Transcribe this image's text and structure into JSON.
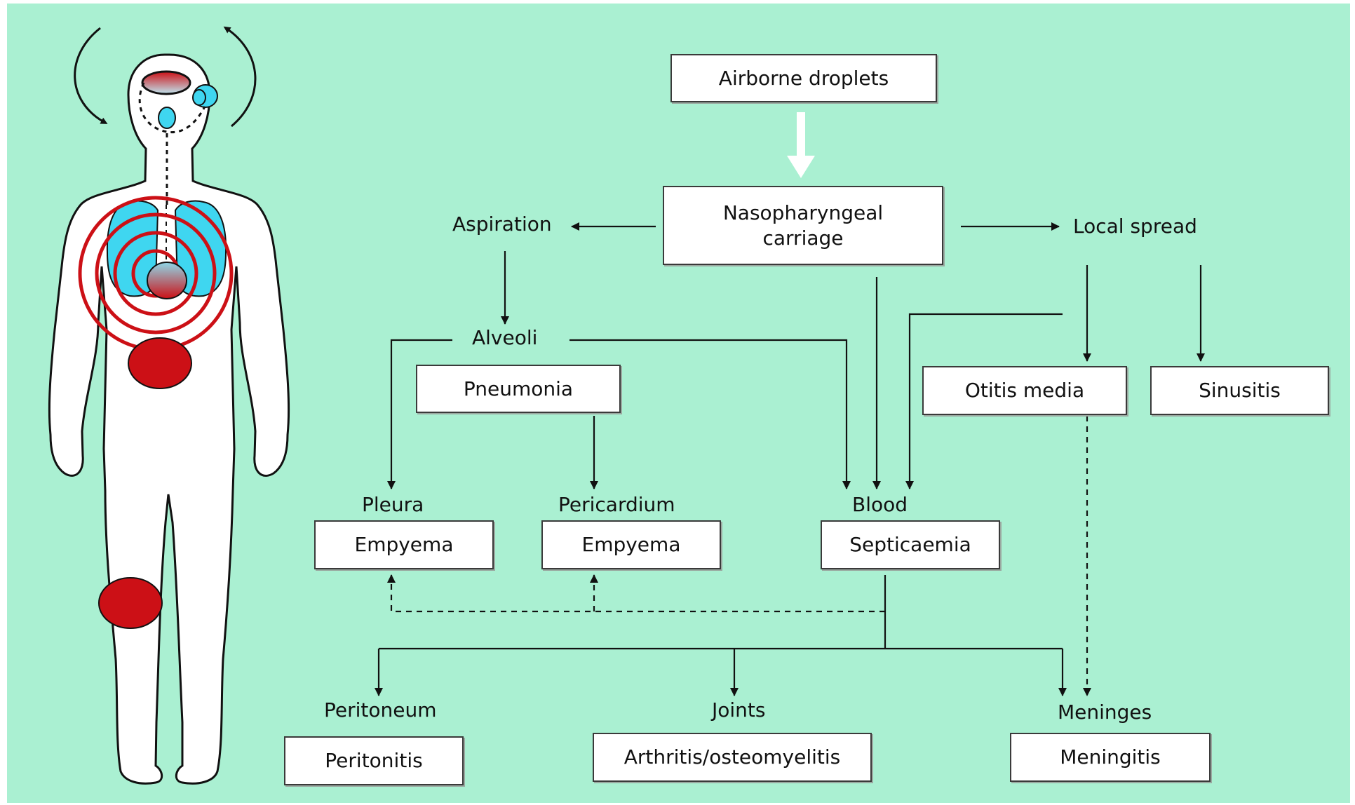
{
  "colors": {
    "background": "#aaf0d2",
    "infection_red": "#cc1016",
    "lung_cyan": "#3fd6f0",
    "box_border": "#3a3a3a"
  },
  "boxes": {
    "airborne": "Airborne droplets",
    "nasopharyngeal": "Nasopharyngeal carriage",
    "pneumonia": "Pneumonia",
    "otitis": "Otitis media",
    "sinusitis": "Sinusitis",
    "empyema_pleura": "Empyema",
    "empyema_pericardium": "Empyema",
    "septicaemia": "Septicaemia",
    "peritonitis": "Peritonitis",
    "arthritis": "Arthritis/osteomyelitis",
    "meningitis": "Meningitis"
  },
  "labels": {
    "aspiration": "Aspiration",
    "local_spread": "Local spread",
    "alveoli": "Alveoli",
    "pleura": "Pleura",
    "pericardium": "Pericardium",
    "blood": "Blood",
    "peritoneum": "Peritoneum",
    "joints": "Joints",
    "meninges": "Meninges"
  }
}
